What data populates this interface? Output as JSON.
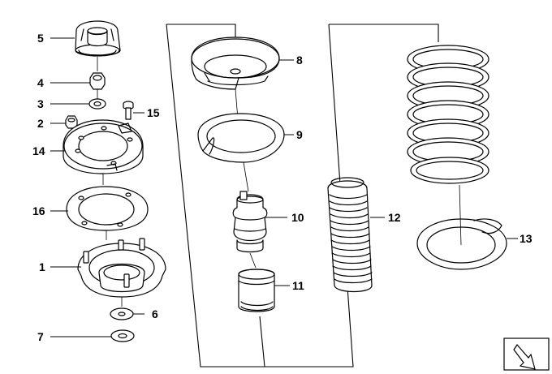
{
  "callouts": {
    "c1": "1",
    "c2": "2",
    "c3": "3",
    "c4": "4",
    "c5": "5",
    "c6": "6",
    "c7": "7",
    "c8": "8",
    "c9": "9",
    "c10": "10",
    "c11": "11",
    "c12": "12",
    "c13": "13",
    "c14": "14",
    "c15": "15",
    "c16": "16"
  },
  "icons": {
    "orientation": "arrow-down-left-icon"
  }
}
